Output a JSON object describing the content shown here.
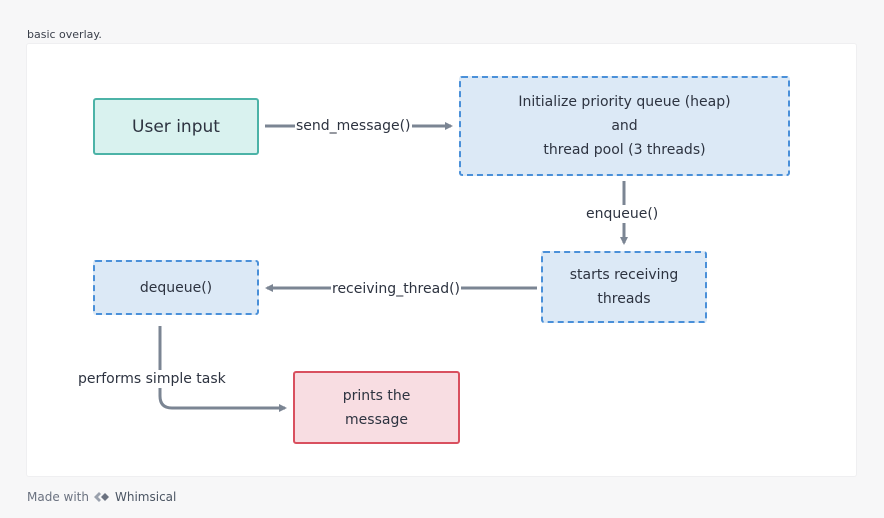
{
  "page": {
    "title": "basic overlay."
  },
  "diagram": {
    "nodes": {
      "user_input": "User input",
      "init_queue": "Initialize priority queue (heap)\nand\nthread pool (3 threads)",
      "starts_receiving": "starts receiving\nthreads",
      "dequeue": "dequeue()",
      "prints_message": "prints the\nmessage"
    },
    "edges": {
      "send_message": "send_message()",
      "enqueue": "enqueue()",
      "receiving_thread": "receiving_thread()",
      "performs_task": "performs simple task"
    },
    "colors": {
      "teal_fill": "#d9f2ef",
      "teal_stroke": "#4cb3a7",
      "blue_fill": "#dce9f6",
      "blue_stroke": "#4a90d9",
      "red_fill": "#f8dde2",
      "red_stroke": "#d9505f",
      "connector": "#7b8593"
    }
  },
  "footer": {
    "made_with": "Made with",
    "brand": "Whimsical",
    "logo_icon": "whimsical-logo-icon"
  }
}
